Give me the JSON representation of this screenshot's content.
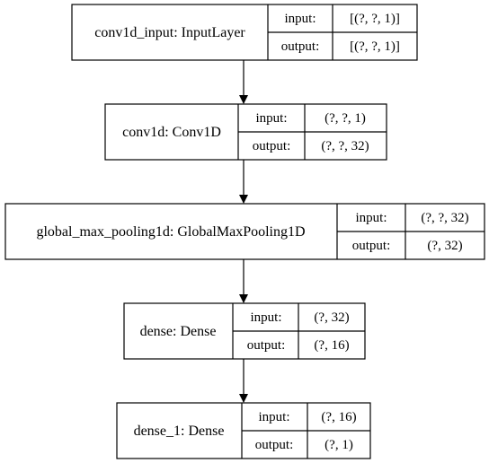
{
  "colors": {
    "stroke": "#000000",
    "background": "#ffffff",
    "text": "#000000"
  },
  "layers": [
    {
      "name": "conv1d_input: InputLayer",
      "input_label": "input:",
      "input_shape": "[(?, ?, 1)]",
      "output_label": "output:",
      "output_shape": "[(?, ?, 1)]"
    },
    {
      "name": "conv1d: Conv1D",
      "input_label": "input:",
      "input_shape": "(?, ?, 1)",
      "output_label": "output:",
      "output_shape": "(?, ?, 32)"
    },
    {
      "name": "global_max_pooling1d: GlobalMaxPooling1D",
      "input_label": "input:",
      "input_shape": "(?, ?, 32)",
      "output_label": "output:",
      "output_shape": "(?, 32)"
    },
    {
      "name": "dense: Dense",
      "input_label": "input:",
      "input_shape": "(?, 32)",
      "output_label": "output:",
      "output_shape": "(?, 16)"
    },
    {
      "name": "dense_1: Dense",
      "input_label": "input:",
      "input_shape": "(?, 16)",
      "output_label": "output:",
      "output_shape": "(?, 1)"
    }
  ]
}
